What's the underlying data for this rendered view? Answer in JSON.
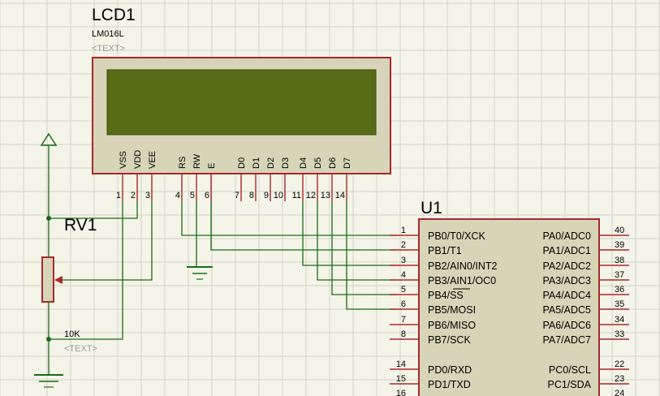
{
  "lcd": {
    "ref": "LCD1",
    "model": "LM016L",
    "text_placeholder": "<TEXT>",
    "screen_color": "#566d15",
    "pins": [
      {
        "name": "VSS",
        "num": "1"
      },
      {
        "name": "VDD",
        "num": "2"
      },
      {
        "name": "VEE",
        "num": "3"
      },
      {
        "name": "RS",
        "num": "4"
      },
      {
        "name": "RW",
        "num": "5"
      },
      {
        "name": "E",
        "num": "6"
      },
      {
        "name": "D0",
        "num": "7"
      },
      {
        "name": "D1",
        "num": "8"
      },
      {
        "name": "D2",
        "num": "9"
      },
      {
        "name": "D3",
        "num": "10"
      },
      {
        "name": "D4",
        "num": "11"
      },
      {
        "name": "D5",
        "num": "12"
      },
      {
        "name": "D6",
        "num": "13"
      },
      {
        "name": "D7",
        "num": "14"
      }
    ]
  },
  "pot": {
    "ref": "RV1",
    "value": "10K",
    "text_placeholder": "<TEXT>"
  },
  "mcu": {
    "ref": "U1",
    "left_pins": [
      {
        "num": "1",
        "label": "PB0/T0/XCK"
      },
      {
        "num": "2",
        "label": "PB1/T1"
      },
      {
        "num": "3",
        "label": "PB2/AIN0/INT2"
      },
      {
        "num": "4",
        "label": "PB3/AIN1/OC0"
      },
      {
        "num": "5",
        "label": "PB4/SS"
      },
      {
        "num": "6",
        "label": "PB5/MOSI"
      },
      {
        "num": "7",
        "label": "PB6/MISO"
      },
      {
        "num": "8",
        "label": "PB7/SCK"
      },
      {
        "num": "14",
        "label": "PD0/RXD"
      },
      {
        "num": "15",
        "label": "PD1/TXD"
      },
      {
        "num": "16",
        "label": ""
      }
    ],
    "right_pins": [
      {
        "num": "40",
        "label": "PA0/ADC0"
      },
      {
        "num": "39",
        "label": "PA1/ADC1"
      },
      {
        "num": "38",
        "label": "PA2/ADC2"
      },
      {
        "num": "37",
        "label": "PA3/ADC3"
      },
      {
        "num": "36",
        "label": "PA4/ADC4"
      },
      {
        "num": "35",
        "label": "PA5/ADC5"
      },
      {
        "num": "34",
        "label": "PA6/ADC6"
      },
      {
        "num": "33",
        "label": "PA7/ADC7"
      },
      {
        "num": "22",
        "label": "PC0/SCL"
      },
      {
        "num": "23",
        "label": "PC1/SDA"
      },
      {
        "num": "24",
        "label": ""
      }
    ]
  },
  "colors": {
    "background": "#f4f4e8",
    "grid": "#d2d2c6",
    "component_outline": "#a8282c",
    "component_fill": "#d7d4b7",
    "wire": "#1a6b1a"
  }
}
